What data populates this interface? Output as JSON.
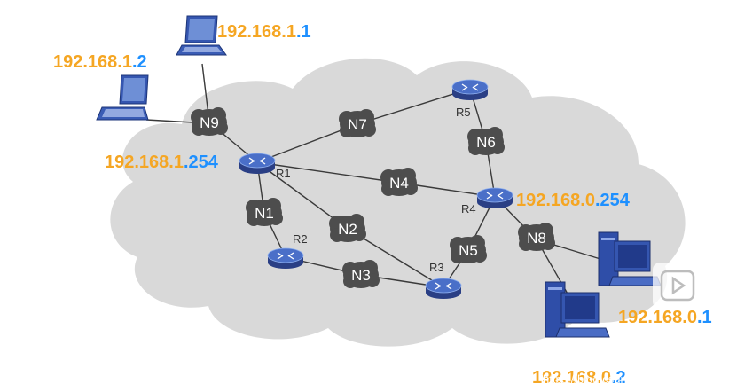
{
  "colors": {
    "ip_network": "#f5a623",
    "ip_dot": "#888888",
    "ip_host": "#1e90ff",
    "cloud_bg": "#d8d8d8",
    "node_fill": "#505050",
    "router_fill": "#3b5fb5",
    "pc_fill": "#2f4ea8",
    "link_stroke": "#333333"
  },
  "ip_labels": {
    "laptop1": {
      "net": "192.168.1",
      "host": "1"
    },
    "laptop2": {
      "net": "192.168.1",
      "host": "2"
    },
    "r1_gw": {
      "net": "192.168.1",
      "host": "254"
    },
    "r4_gw": {
      "net": "192.168.0",
      "host": "254"
    },
    "pc1": {
      "net": "192.168.0",
      "host": "1"
    },
    "pc2": {
      "net": "192.168.0",
      "host": "2"
    }
  },
  "routers": {
    "r1": "R1",
    "r2": "R2",
    "r3": "R3",
    "r4": "R4",
    "r5": "R5"
  },
  "networks": {
    "n1": "N1",
    "n2": "N2",
    "n3": "N3",
    "n4": "N4",
    "n5": "N5",
    "n6": "N6",
    "n7": "N7",
    "n8": "N8",
    "n9": "N9"
  },
  "watermark": "https://blog.csdn.net/myx666",
  "icons": {
    "router": "router-icon",
    "laptop": "laptop-icon",
    "desktop": "desktop-computer-icon",
    "play": "play-icon"
  }
}
